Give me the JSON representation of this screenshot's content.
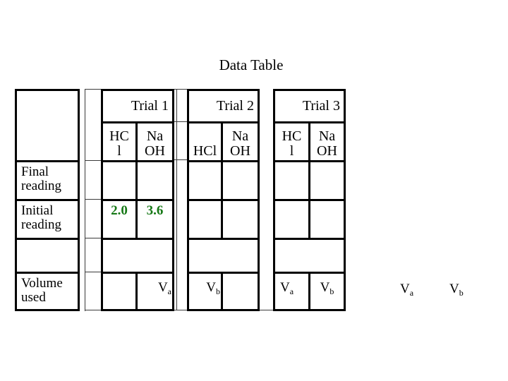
{
  "slide": {
    "title": "Data Table"
  },
  "colors": {
    "background": "#ffffff",
    "line": "#000000",
    "thin_line": "#3a3a3a",
    "text": "#000000",
    "value_green": "#167816"
  },
  "row_labels": {
    "final": "Final reading",
    "initial": "Initial reading",
    "volume": "Volume used"
  },
  "trials": [
    {
      "name": "Trial 1",
      "acid_header": "HC\nl",
      "base_header": "Na\nOH",
      "final_acid": "",
      "final_base": "",
      "initial_acid": "2.0",
      "initial_base": "3.6",
      "volume_base_v": "V",
      "volume_base_sub": "a"
    },
    {
      "name": "Trial 2",
      "acid_header": "HCl",
      "base_header": "Na\nOH",
      "final_acid": "",
      "final_base": "",
      "initial_acid": "",
      "initial_base": "",
      "volume_acid_v": "V",
      "volume_acid_sub": "b"
    },
    {
      "name": "Trial 3",
      "acid_header": "HC\nl",
      "base_header": "Na\nOH",
      "final_acid": "",
      "final_base": "",
      "initial_acid": "",
      "initial_base": "",
      "volume_acid_v": "V",
      "volume_acid_sub": "a",
      "volume_base_v": "V",
      "volume_base_sub": "b"
    }
  ],
  "floating_labels": {
    "va_v": "V",
    "va_sub": "a",
    "vb_v": "V",
    "vb_sub": "b"
  }
}
